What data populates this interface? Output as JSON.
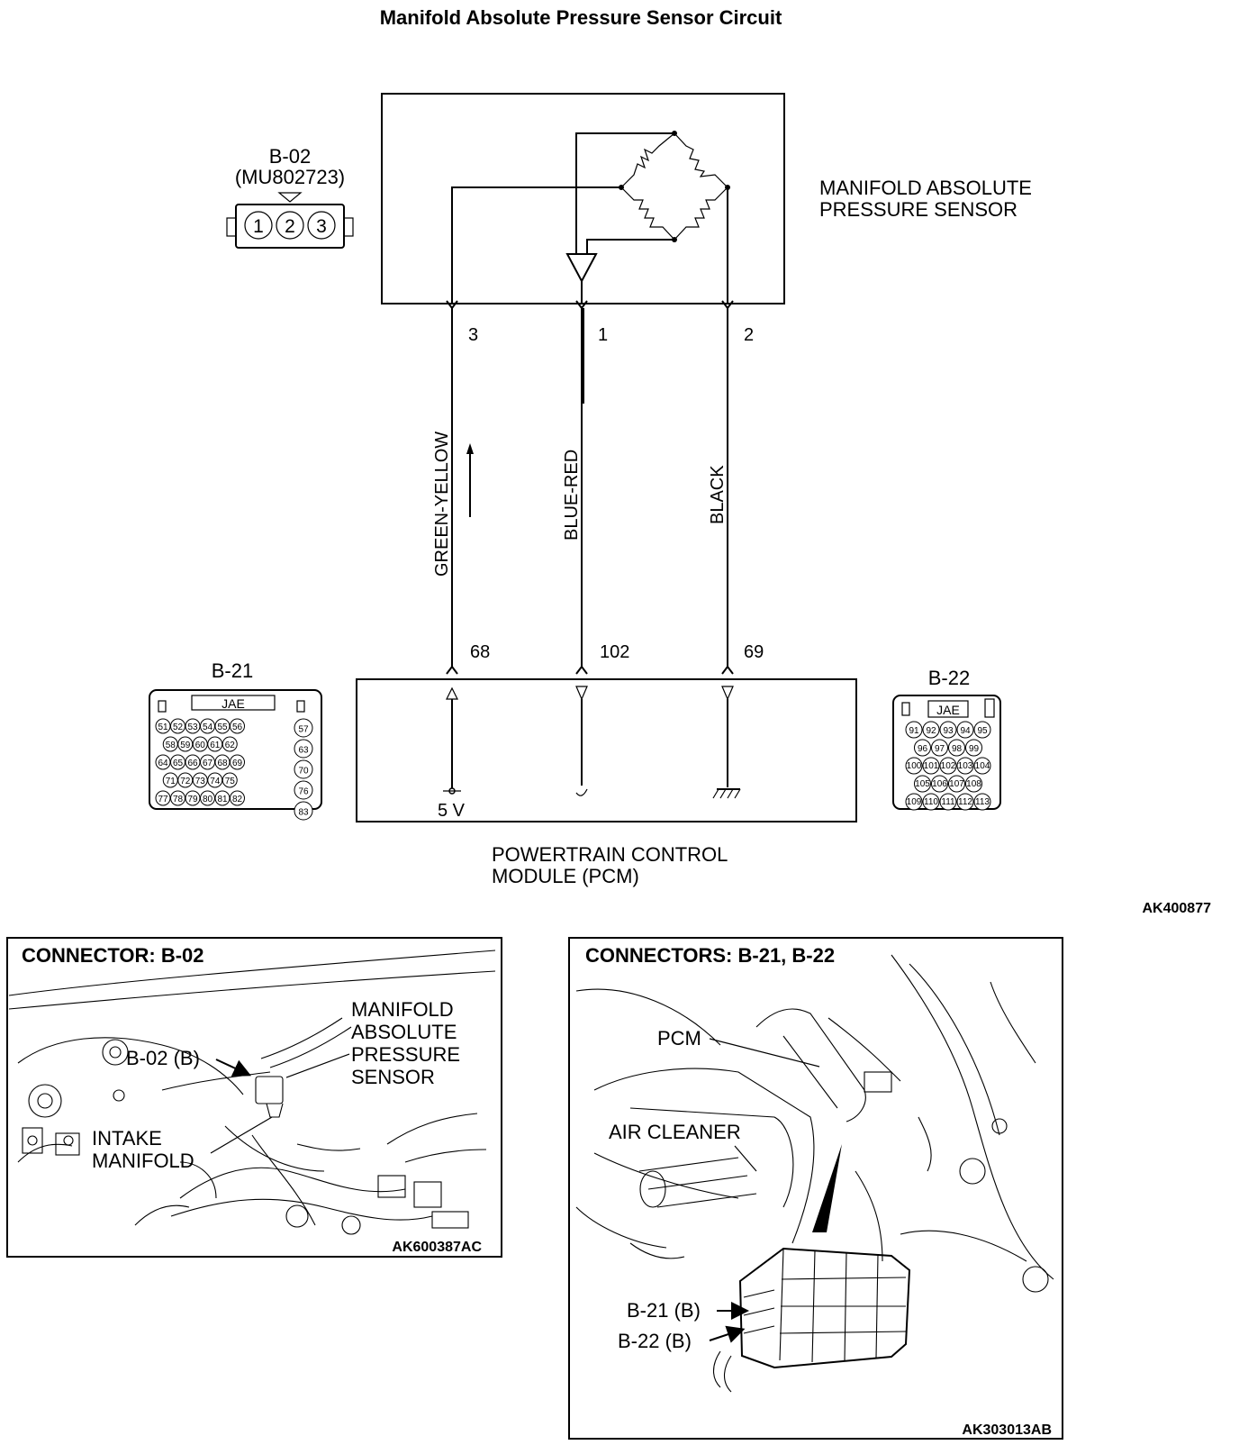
{
  "title": "Manifold Absolute Pressure Sensor Circuit",
  "sensor": {
    "name_line1": "MANIFOLD ABSOLUTE",
    "name_line2": "PRESSURE SENSOR",
    "connector_id": "B-02",
    "connector_part": "(MU802723)",
    "connector_pins": [
      "1",
      "2",
      "3"
    ]
  },
  "wires": [
    {
      "sensor_pin": "3",
      "color": "GREEN-YELLOW",
      "pcm_pin": "68",
      "pcm_term": "5 V"
    },
    {
      "sensor_pin": "1",
      "color": "BLUE-RED",
      "pcm_pin": "102"
    },
    {
      "sensor_pin": "2",
      "color": "BLACK",
      "pcm_pin": "69"
    }
  ],
  "pcm": {
    "name_line1": "POWERTRAIN CONTROL",
    "name_line2": "MODULE (PCM)"
  },
  "pcm_connectors": {
    "b21": {
      "label": "B-21",
      "maker": "JAE",
      "rows": [
        [
          "51",
          "52",
          "53",
          "54",
          "55",
          "56"
        ],
        [
          "58",
          "59",
          "60",
          "61",
          "62"
        ],
        [
          "64",
          "65",
          "66",
          "67",
          "68",
          "69"
        ],
        [
          "71",
          "72",
          "73",
          "74",
          "75"
        ],
        [
          "77",
          "78",
          "79",
          "80",
          "81",
          "82"
        ]
      ],
      "side": [
        "57",
        "63",
        "70",
        "76",
        "83"
      ]
    },
    "b22": {
      "label": "B-22",
      "maker": "JAE",
      "rows": [
        [
          "91",
          "92",
          "93",
          "94",
          "95"
        ],
        [
          "96",
          "97",
          "98",
          "99"
        ],
        [
          "100",
          "101",
          "102",
          "103",
          "104"
        ],
        [
          "105",
          "106",
          "107",
          "108"
        ],
        [
          "109",
          "110",
          "111",
          "112",
          "113"
        ]
      ]
    }
  },
  "figure_code": "AK400877",
  "panel_left": {
    "heading": "CONNECTOR: B-02",
    "callout_connector": "B-02 (B)",
    "sensor_l1": "MANIFOLD",
    "sensor_l2": "ABSOLUTE",
    "sensor_l3": "PRESSURE",
    "sensor_l4": "SENSOR",
    "manifold_l1": "INTAKE",
    "manifold_l2": "MANIFOLD",
    "code": "AK600387AC"
  },
  "panel_right": {
    "heading": "CONNECTORS: B-21, B-22",
    "pcm": "PCM",
    "air_cleaner": "AIR CLEANER",
    "b21": "B-21 (B)",
    "b22": "B-22 (B)",
    "code": "AK303013AB"
  }
}
